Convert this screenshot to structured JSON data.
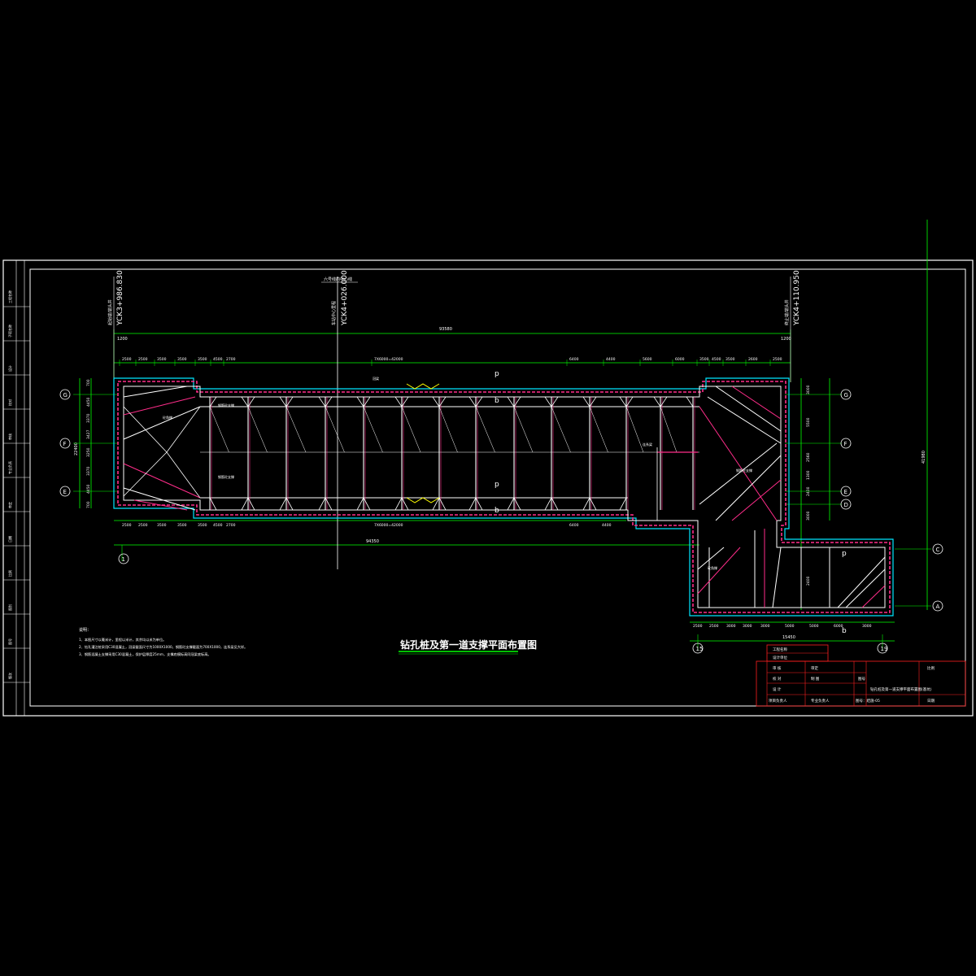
{
  "drawing": {
    "title": "钻孔桩及第一道支撑平面布置图",
    "colors": {
      "background": "#000000",
      "frame": "#ffffff",
      "dimension": "#00ff00",
      "pile_line": "#ff2d8a",
      "support_beam": "#ffffff",
      "guide_wall": "#00e5ff",
      "text": "#ffffff",
      "title_underline": "#00ff00",
      "table_red": "#ff2020",
      "annotation_yellow": "#ffff00"
    },
    "stations": {
      "left": "YCK3+986.830",
      "left_note": "起始端/端头井",
      "center": "YCK4+026.000",
      "center_top": "六号线的中心线",
      "center_note": "车站中心里程",
      "right": "YCK4+110.950",
      "right_note": "终止端/端头井"
    },
    "axes": {
      "left_rows": [
        "G",
        "F",
        "E"
      ],
      "right_rows": [
        "G",
        "F",
        "E",
        "D",
        "C",
        "A"
      ],
      "columns": [
        "1",
        "15",
        "19"
      ]
    },
    "top_dims": [
      "2500",
      "2500",
      "3500",
      "3500",
      "3500",
      "4500",
      "2700",
      "7X6000=42000",
      "6400",
      "4400",
      "5600",
      "6000",
      "3500",
      "4500",
      "3500",
      "2600",
      "2500"
    ],
    "overall_dims": [
      "1200",
      "93580",
      "1200"
    ],
    "bottom_dims": [
      "2500",
      "2500",
      "3500",
      "3500",
      "3500",
      "4500",
      "2700",
      "7X6000=42000",
      "6400",
      "4400"
    ],
    "bottom_total": "94350",
    "extension_dims": [
      "2500",
      "2500",
      "3000",
      "3000",
      "3000",
      "5000",
      "5000",
      "6000",
      "3000"
    ],
    "extension_total": "15450",
    "left_vertical_dims": [
      "700",
      "4450",
      "3370",
      "3427",
      "3250",
      "3370",
      "4450",
      "700"
    ],
    "left_vertical_total": "22400",
    "right_vertical_dims": [
      "3000",
      "5500",
      "2560",
      "1300",
      "2400",
      "3000",
      "2400"
    ],
    "right_vertical_total": "41980",
    "section_marks": [
      "p",
      "p",
      "b",
      "b",
      "p",
      "b"
    ],
    "labels": {
      "support": "钢筋砼支撑",
      "corner": "砼角撑",
      "crown": "冠梁",
      "tie": "连系梁",
      "beam": "钢筋砼支撑"
    },
    "notes": {
      "heading": "说明：",
      "items": [
        "1、本图尺寸以毫米计，里程以米计，其余均以米为单位。",
        "2、钻孔灌注桩采用C30混凝土，冠梁截面尺寸为1000X1000，钢筋砼支撑截面为700X1000，连系梁见大样。",
        "3、钢筋混凝土支撑采用C30混凝土，保护层厚度25mm，支撑底模标高同冠梁底标高。"
      ]
    },
    "title_block": {
      "rows": [
        "工程名称",
        "设计单位"
      ],
      "cells": [
        "审 核",
        "校 对",
        "设 计",
        "制 图",
        "项目负责人",
        "专业负责人",
        "审定",
        "日期",
        "比例",
        "图号"
      ],
      "drawing_name": "钻孔桩及第一道支撑平面布置图(基坑)",
      "sheet": "图号：结施-05"
    },
    "left_strip": [
      "工程名称",
      "子项名称",
      "设计",
      "校对",
      "审核",
      "专业负责",
      "审定",
      "日期",
      "比例",
      "图别",
      "图号",
      "版次"
    ]
  }
}
